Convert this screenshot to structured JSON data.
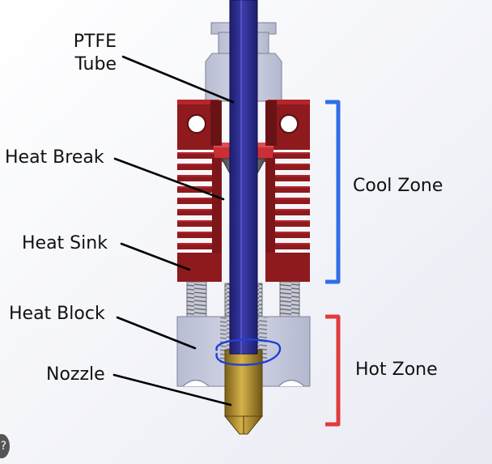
{
  "labels": {
    "ptfe_tube_line1": "PTFE",
    "ptfe_tube_line2": "Tube",
    "heat_break": "Heat Break",
    "heat_sink": "Heat Sink",
    "heat_block": "Heat Block",
    "nozzle": "Nozzle",
    "cool_zone": "Cool Zone",
    "hot_zone": "Hot Zone"
  },
  "colors": {
    "heat_sink": "#8e1a1e",
    "heat_sink_light": "#b5262c",
    "ptfe_tube": "#2b2c8a",
    "aluminum": "#c5c9dc",
    "nozzle": "#b8962e",
    "cool_zone_bracket": "#2f6fe6",
    "hot_zone_bracket": "#e23b3b",
    "annotation_circle": "#1f3fd6"
  },
  "icons": {
    "corner_badge": "question-badge-icon"
  }
}
